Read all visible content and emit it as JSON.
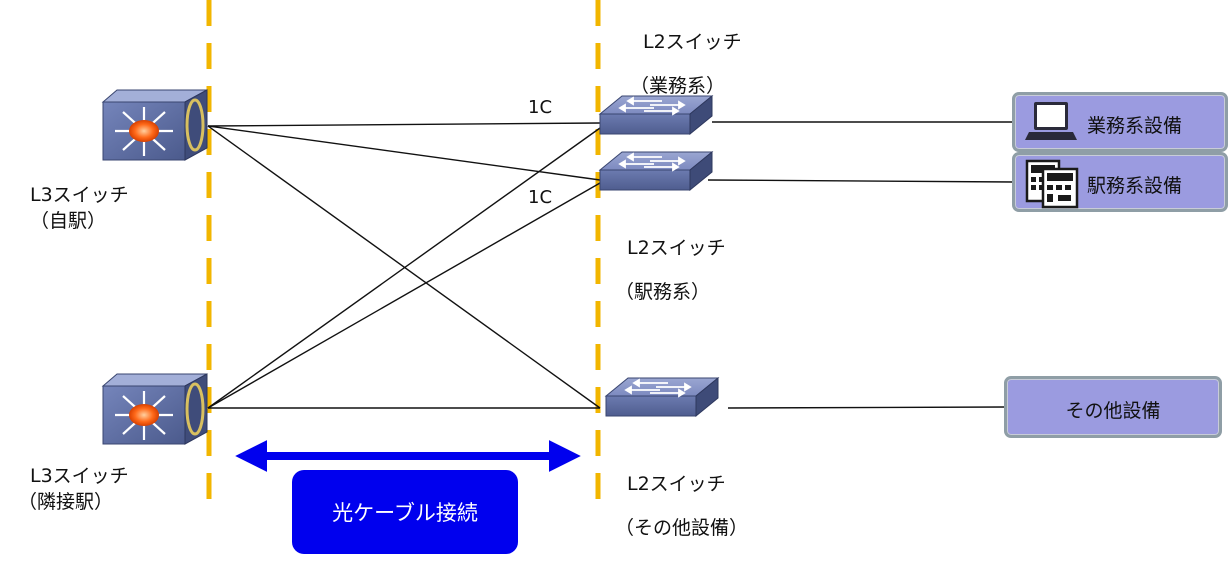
{
  "l3_own": {
    "name": "L3スイッチ",
    "sub": "（自駅）"
  },
  "l3_adj": {
    "name": "L3スイッチ",
    "sub": "（隣接駅）"
  },
  "l2_business": {
    "name": "L2スイッチ",
    "sub": "（業務系）"
  },
  "l2_station": {
    "name": "L2スイッチ",
    "sub": "（駅務系）"
  },
  "l2_other": {
    "name": "L2スイッチ",
    "sub": "（その他設備）"
  },
  "link_labels": [
    "1C",
    "1C"
  ],
  "equipment": {
    "business": "業務系設備",
    "station": "駅務系設備",
    "other": "その他設備"
  },
  "fiber_label": "光ケーブル接続",
  "icons": {
    "l3": "l3-switch-icon",
    "l2": "l2-switch-icon",
    "business": "laptop-icon",
    "station": "ticket-machine-icon"
  },
  "colors": {
    "divider": "#f2b600",
    "arrow": "#0000ee",
    "fiber_box": "#0000ee",
    "equipment_box": "#9b9be0",
    "l2_switch": "#6f7fb3",
    "l3_switch": "#5d6d9e"
  }
}
